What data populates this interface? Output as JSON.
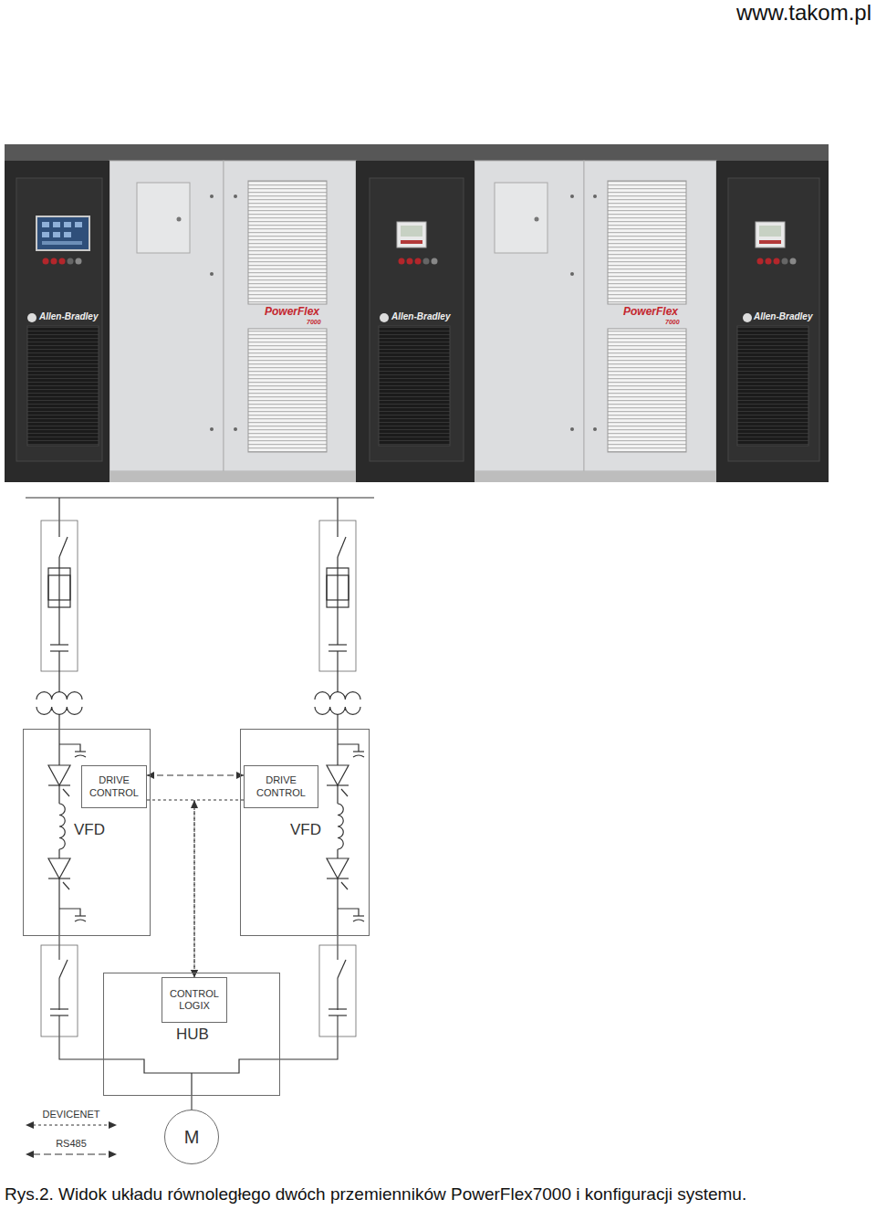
{
  "diagram": {
    "caption": "Rys.2. Widok układu równoległego dwóch przemienników PowerFlex7000 i konfiguracji systemu.",
    "nodes": [
      {
        "text": [
          "VFD"
        ]
      },
      {
        "text": [
          "DRIVE CONTROL"
        ],
        "in": 0
      },
      {
        "text": [
          "VFD"
        ]
      },
      {
        "text": [
          "DRIVE CONTROL"
        ],
        "in": 2
      },
      {
        "text": [
          "HUB"
        ]
      },
      {
        "text": [
          "CONTROL LOGIX"
        ],
        "in": 4
      },
      {
        "text": [
          "M"
        ]
      }
    ],
    "edges": [
      {
        "from": 1,
        "to": 3,
        "arrow": "both"
      },
      {
        "from": 1,
        "to": 5,
        "arrow": "to"
      },
      {
        "from": 3,
        "to": 5,
        "arrow": "to"
      },
      {
        "from": 0,
        "to": 4,
        "arrow": "none"
      },
      {
        "from": 2,
        "to": 4,
        "arrow": "none"
      },
      {
        "from": 4,
        "to": 6,
        "arrow": "none"
      }
    ],
    "labels": [
      "www.takom.pl",
      "Allen-Bradley",
      "PowerFlex",
      "7000",
      "Allen-Bradley",
      "PowerFlex",
      "7000",
      "Allen-Bradley"
    ],
    "legend": [
      {
        "text": "DEVICENET"
      },
      {
        "text": "RS485"
      }
    ]
  }
}
